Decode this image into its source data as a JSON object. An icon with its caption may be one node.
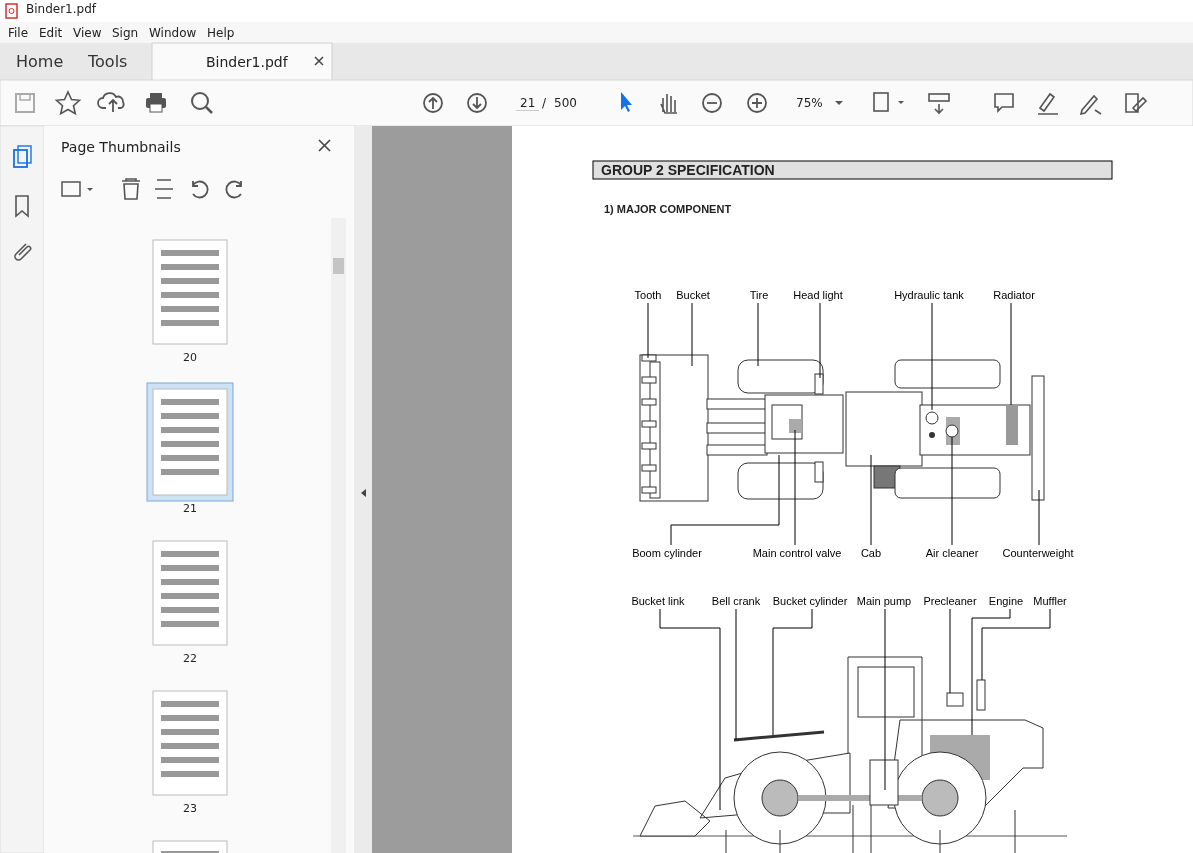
{
  "diagram": {
    "title": "GROUP 2 SPECIFICATION",
    "nodes": [
      {
        "text": [
          "Tooth"
        ]
      },
      {
        "text": [
          "Bucket"
        ]
      },
      {
        "text": [
          "Tire"
        ]
      },
      {
        "text": [
          "Head light"
        ]
      },
      {
        "text": [
          "Hydraulic tank"
        ]
      },
      {
        "text": [
          "Radiator"
        ]
      },
      {
        "text": [
          "Boom cylinder"
        ]
      },
      {
        "text": [
          "Main control valve"
        ]
      },
      {
        "text": [
          "Cab"
        ]
      },
      {
        "text": [
          "Air cleaner"
        ]
      },
      {
        "text": [
          "Counterweight"
        ]
      },
      {
        "text": [
          "Bucket link"
        ]
      },
      {
        "text": [
          "Bell crank"
        ]
      },
      {
        "text": [
          "Bucket cylinder"
        ]
      },
      {
        "text": [
          "Main pump"
        ]
      },
      {
        "text": [
          "Precleaner"
        ]
      },
      {
        "text": [
          "Engine"
        ]
      },
      {
        "text": [
          "Muffler"
        ]
      }
    ],
    "edges": [
      {
        "from": 0,
        "to": null,
        "arrow": "none"
      },
      {
        "from": 1,
        "to": null,
        "arrow": "none"
      },
      {
        "from": 2,
        "to": null,
        "arrow": "none"
      },
      {
        "from": 3,
        "to": null,
        "arrow": "none"
      },
      {
        "from": 4,
        "to": null,
        "arrow": "none"
      },
      {
        "from": 5,
        "to": null,
        "arrow": "none"
      },
      {
        "from": 6,
        "to": null,
        "arrow": "none"
      },
      {
        "from": 7,
        "to": null,
        "arrow": "none"
      },
      {
        "from": 8,
        "to": null,
        "arrow": "none"
      },
      {
        "from": 9,
        "to": null,
        "arrow": "none"
      },
      {
        "from": 10,
        "to": null,
        "arrow": "none"
      },
      {
        "from": 11,
        "to": null,
        "arrow": "none"
      },
      {
        "from": 12,
        "to": null,
        "arrow": "none"
      },
      {
        "from": 13,
        "to": null,
        "arrow": "none"
      },
      {
        "from": 14,
        "to": null,
        "arrow": "none"
      },
      {
        "from": 15,
        "to": null,
        "arrow": "none"
      },
      {
        "from": 16,
        "to": null,
        "arrow": "none"
      },
      {
        "from": 17,
        "to": null,
        "arrow": "none"
      }
    ],
    "labels": [
      "Binder1.pdf",
      "File",
      "Edit",
      "View",
      "Sign",
      "Window",
      "Help",
      "Home",
      "Tools",
      "Binder1.pdf",
      "21",
      "/",
      "500",
      "75%",
      "Page Thumbnails",
      "20",
      "21",
      "22",
      "23",
      "1) MAJOR COMPONENT"
    ]
  }
}
